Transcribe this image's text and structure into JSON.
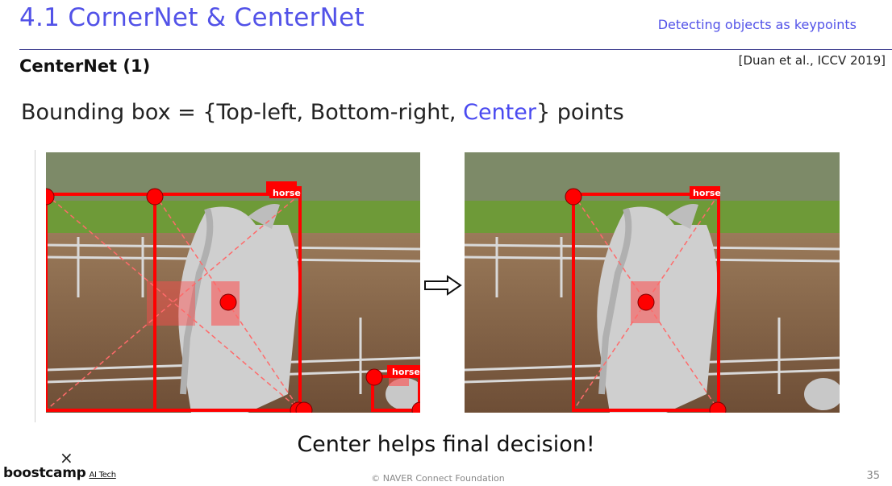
{
  "slide": {
    "title": "4.1 CornerNet & CenterNet",
    "subtitle": "Detecting objects as keypoints",
    "section": "CenterNet (1)",
    "reference": "[Duan et al., ICCV 2019]",
    "headline_prefix": "Bounding box = {Top-left, Bottom-right, ",
    "headline_accent": "Center",
    "headline_suffix": "} points",
    "conclusion": "Center helps final decision!",
    "logo_mark": "×",
    "logo_text": "boostcamp",
    "logo_sub": "AI Tech",
    "footer": "© NAVER Connect Foundation",
    "page_number": "35"
  },
  "labels": {
    "horse_1": "horse",
    "horse_2": "horse",
    "horse_3": "horse"
  },
  "colors": {
    "accent": "#5252e8",
    "box": "#ff0000",
    "keypoint": "#ff0000"
  },
  "icons": {
    "arrow": "right-arrow-icon"
  }
}
